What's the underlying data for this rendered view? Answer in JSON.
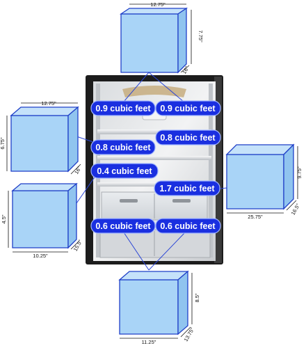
{
  "colors": {
    "pill": "#1a2fe0",
    "pill_border": "#9fb4ff",
    "box_fill": "#a9d4f7",
    "box_edge": "#1f3fc8",
    "fridge_body": "#1c1c1c",
    "fridge_interior": "#e6e8ea"
  },
  "labels": {
    "top_left": "0.9 cubic feet",
    "top_right": "0.9 cubic feet",
    "upper_right": "0.8 cubic feet",
    "upper_left": "0.8 cubic feet",
    "mid_left": "0.4 cubic feet",
    "crisper_right": "1.7 cubic feet",
    "bottom_left": "0.6 cubic feet",
    "bottom_right": "0.6 cubic feet"
  },
  "dims": {
    "top_box": {
      "width": "12.75\"",
      "height": "7.75\"",
      "depth": "16\""
    },
    "left_upper_box": {
      "width": "12.75\"",
      "height": "6.75\"",
      "depth": "16\""
    },
    "left_lower_box": {
      "width": "10.25\"",
      "height": "4.5\"",
      "depth": "15.5\""
    },
    "right_box": {
      "width": "25.75\"",
      "height": "9.75\"",
      "depth": "16.5\""
    },
    "bottom_box": {
      "width": "11.25\"",
      "height": "8.5\"",
      "depth": "13.75\""
    }
  }
}
